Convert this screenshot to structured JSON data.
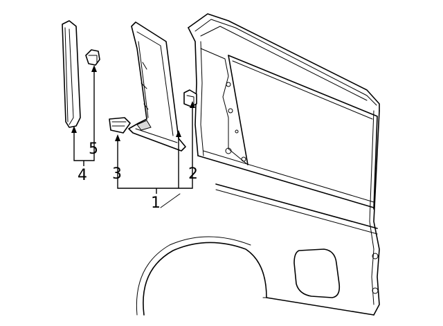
{
  "callouts": {
    "c1": "1",
    "c2": "2",
    "c3": "3",
    "c4": "4",
    "c5": "5"
  },
  "colors": {
    "line": "#000000",
    "background": "#ffffff",
    "shade": "#d9d9d9"
  }
}
